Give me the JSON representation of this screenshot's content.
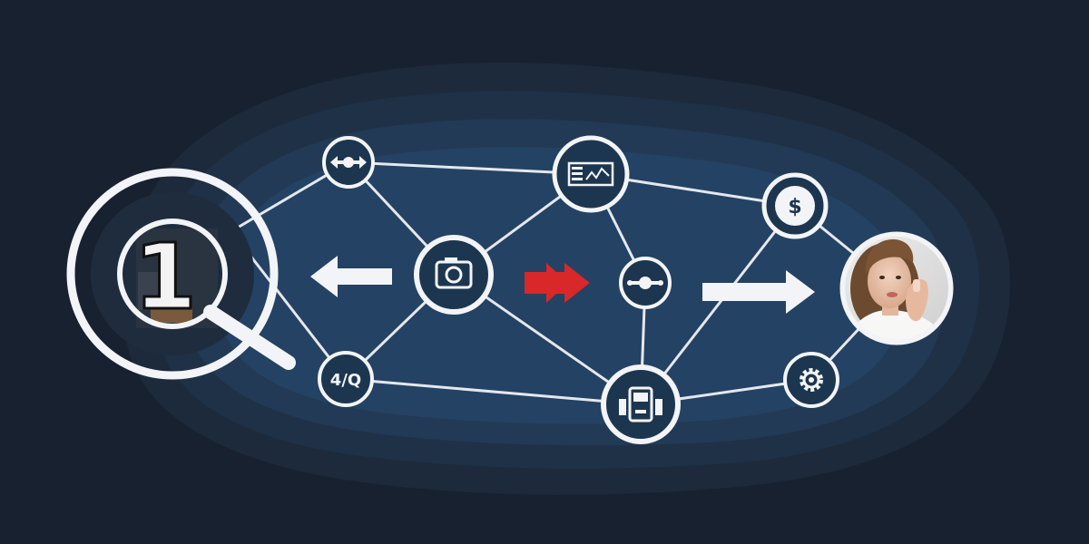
{
  "canvas": {
    "background": "#182130",
    "blob_colors": [
      "#1c2a3c",
      "#1f3147",
      "#223a55",
      "#244263"
    ]
  },
  "palette": {
    "line": "#e4e8ee",
    "node_fill": "#1d3650",
    "node_ring": "#f2f4f7",
    "arrow_white": "#f2f4f7",
    "arrow_red": "#d8282a"
  },
  "magnifier": {
    "digit": "1",
    "icon": "magnifying-glass-icon"
  },
  "nodes": [
    {
      "id": "n-top-left",
      "icon": "horizontal-double-arrow-icon",
      "label": ""
    },
    {
      "id": "n-top-mid",
      "icon": "chart-panel-icon",
      "label": ""
    },
    {
      "id": "n-top-right",
      "icon": "dollar-badge-icon",
      "label": "$"
    },
    {
      "id": "n-center",
      "icon": "camera-icon",
      "label": ""
    },
    {
      "id": "n-small-mid",
      "icon": "orbit-dot-icon",
      "label": ""
    },
    {
      "id": "n-bottom-left",
      "icon": "text-label-icon",
      "label": "4/Q"
    },
    {
      "id": "n-bottom-mid",
      "icon": "vending-machine-icon",
      "label": ""
    },
    {
      "id": "n-bottom-right",
      "icon": "gear-icon",
      "label": ""
    },
    {
      "id": "n-person",
      "icon": "person-avatar-icon",
      "label": ""
    }
  ],
  "arrows": [
    {
      "name": "left-arrow",
      "icon": "left-arrow-icon"
    },
    {
      "name": "red-double-arrow",
      "icon": "red-double-chevron-icon"
    },
    {
      "name": "right-arrow",
      "icon": "right-arrow-icon"
    }
  ]
}
